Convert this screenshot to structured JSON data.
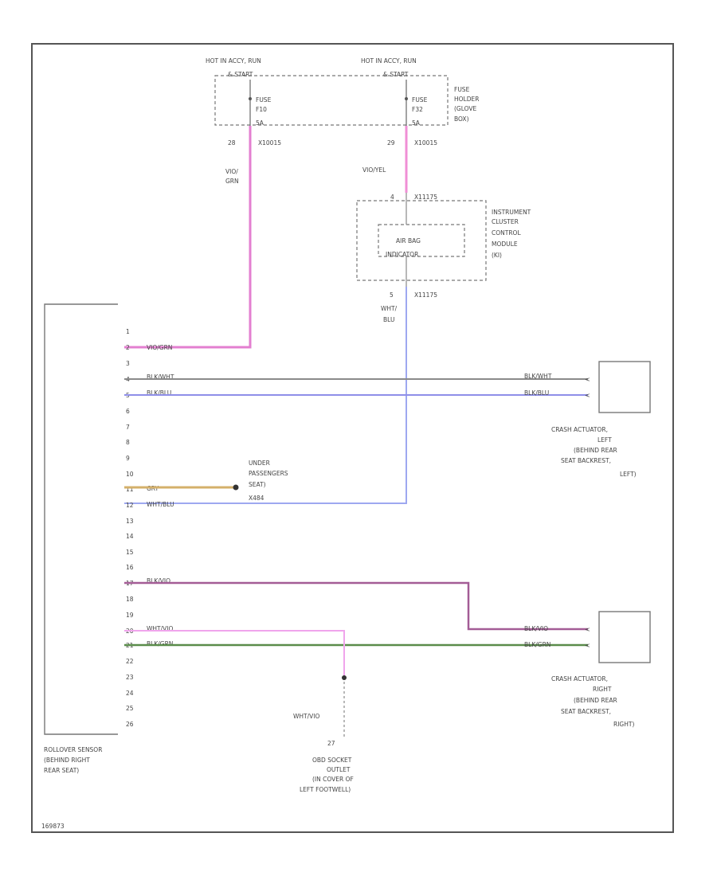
{
  "fuse_box": {
    "left_hot": "HOT IN ACCY, RUN",
    "left_sub": "& START",
    "right_hot": "HOT IN ACCY, RUN",
    "right_sub": "& START",
    "left_fuse_label": "FUSE",
    "left_fuse_id": "F10",
    "left_fuse_amp": "5A",
    "right_fuse_label": "FUSE",
    "right_fuse_id": "F32",
    "right_fuse_amp": "5A",
    "holder_label_1": "FUSE",
    "holder_label_2": "HOLDER",
    "holder_label_3": "(GLOVE",
    "holder_label_4": "BOX)",
    "left_pin": "28",
    "left_conn": "X10015",
    "right_pin": "29",
    "right_conn": "X10015"
  },
  "wires": {
    "left_fuse_color_1": "VIO/",
    "left_fuse_color_2": "GRN",
    "right_fuse_color": "VIO/YEL",
    "ic_out_color_1": "WHT/",
    "ic_out_color_2": "BLU"
  },
  "instrument_cluster": {
    "in_pin": "4",
    "in_conn": "X11175",
    "label_1": "INSTRUMENT",
    "label_2": "CLUSTER",
    "label_3": "CONTROL",
    "label_4": "MODULE",
    "label_5": "(KI)",
    "indicator_1": "AIR BAG",
    "indicator_2": "INDICATOR",
    "out_pin": "5",
    "out_conn": "X11175"
  },
  "sensor_pins": {
    "p1": "1",
    "p2": "2",
    "p3": "3",
    "p4": "4",
    "p5": "5",
    "p6": "6",
    "p7": "7",
    "p8": "8",
    "p9": "9",
    "p10": "10",
    "p11": "11",
    "p12": "12",
    "p13": "13",
    "p14": "14",
    "p15": "15",
    "p16": "16",
    "p17": "17",
    "p18": "18",
    "p19": "19",
    "p20": "20",
    "p21": "21",
    "p22": "22",
    "p23": "23",
    "p24": "24",
    "p25": "25",
    "p26": "26"
  },
  "sensor_wire_labels": {
    "w2": "VIO/GRN",
    "w4": "BLK/WHT",
    "w5": "BLK/BLU",
    "w10": "GRY",
    "w11": "WHT/BLU",
    "w17": "BLK/VIO",
    "w20": "WHT/VIO",
    "w21": "BLK/GRN"
  },
  "left_actuator": {
    "wire_top": "BLK/WHT",
    "wire_bottom": "BLK/BLU",
    "label_1": "CRASH ACTUATOR,",
    "label_2": "LEFT",
    "label_3": "(BEHIND REAR",
    "label_4": "SEAT BACKREST,",
    "label_5": "LEFT)"
  },
  "right_actuator": {
    "wire_top": "BLK/VIO",
    "wire_bottom": "BLK/GRN",
    "label_1": "CRASH ACTUATOR,",
    "label_2": "RIGHT",
    "label_3": "(BEHIND REAR",
    "label_4": "SEAT BACKREST,",
    "label_5": "RIGHT)"
  },
  "under_seat": {
    "label_1": "UNDER",
    "label_2": "PASSENGERS",
    "label_3": "SEAT)",
    "label_4": "X484"
  },
  "obd": {
    "wire": "WHT/VIO",
    "pin": "27",
    "label_1": "OBD SOCKET",
    "label_2": "OUTLET",
    "label_3": "(IN COVER OF",
    "label_4": "LEFT FOOTWELL)"
  },
  "rollover_sensor": {
    "label_1": "ROLLOVER SENSOR",
    "label_2": "(BEHIND RIGHT",
    "label_3": "REAR SEAT)"
  },
  "footer": {
    "code": "169873"
  },
  "colors": {
    "vio_grn": "#e37fd0",
    "vio_yel": "#f08fd6",
    "wht_blu": "#9ea8f0",
    "blk_wht": "#8a8a8a",
    "blk_blu": "#8e8ee8",
    "gry": "#d4b06a",
    "blk_vio": "#a35c96",
    "wht_vio": "#f0a5ec",
    "blk_grn": "#5a8c4a"
  }
}
